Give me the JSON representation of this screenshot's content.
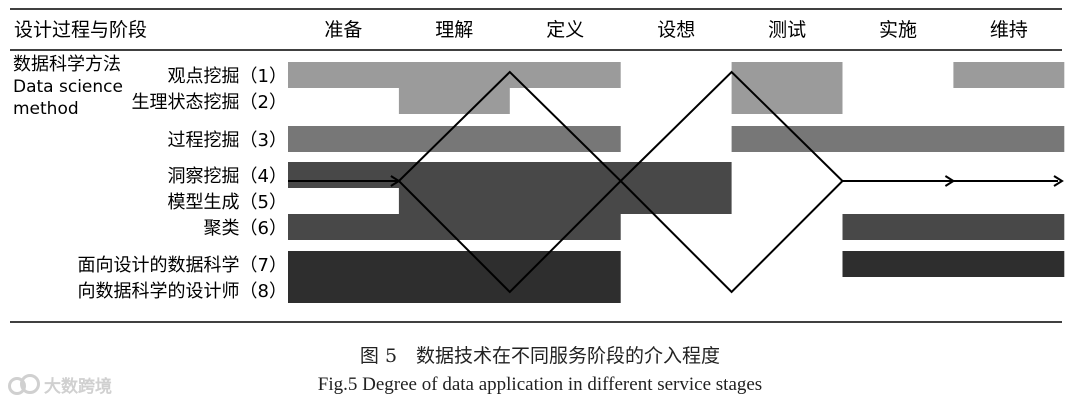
{
  "header": {
    "corner": "设计过程与阶段",
    "stages": [
      "准备",
      "理解",
      "定义",
      "设想",
      "测试",
      "实施",
      "维持"
    ]
  },
  "method": {
    "cn": "数据科学方法",
    "en_line1": "Data science",
    "en_line2": "method"
  },
  "rows": [
    {
      "label": "观点挖掘（1）",
      "shade": "light",
      "segments": [
        [
          0,
          3
        ],
        [
          4,
          5
        ],
        [
          6,
          7
        ]
      ]
    },
    {
      "label": "生理状态挖掘（2）",
      "shade": "light",
      "segments": [
        [
          1,
          2
        ],
        [
          4,
          5
        ]
      ]
    },
    {
      "label": "过程挖掘（3）",
      "shade": "medium",
      "segments": [
        [
          0,
          3
        ],
        [
          4,
          7
        ]
      ]
    },
    {
      "label": "洞察挖掘（4）",
      "shade": "dark",
      "segments": [
        [
          0,
          4
        ]
      ]
    },
    {
      "label": "模型生成（5）",
      "shade": "dark",
      "segments": [
        [
          1,
          4
        ]
      ]
    },
    {
      "label": "聚类（6）",
      "shade": "dark",
      "segments": [
        [
          0,
          3
        ],
        [
          5,
          7
        ]
      ]
    },
    {
      "label": "面向设计的数据科学（7）",
      "shade": "darkest",
      "segments": [
        [
          0,
          3
        ],
        [
          5,
          7
        ]
      ]
    },
    {
      "label": "向数据科学的设计师（8）",
      "shade": "darkest",
      "segments": [
        [
          0,
          3
        ]
      ]
    }
  ],
  "colors": {
    "light": "#9b9b9b",
    "medium": "#777777",
    "dark": "#484848",
    "darkest": "#2e2e2e",
    "line": "#000000"
  },
  "caption": {
    "cn": "图 5　数据技术在不同服务阶段的介入程度",
    "en": "Fig.5 Degree of data application in different service stages"
  },
  "watermark": "大数跨境"
}
